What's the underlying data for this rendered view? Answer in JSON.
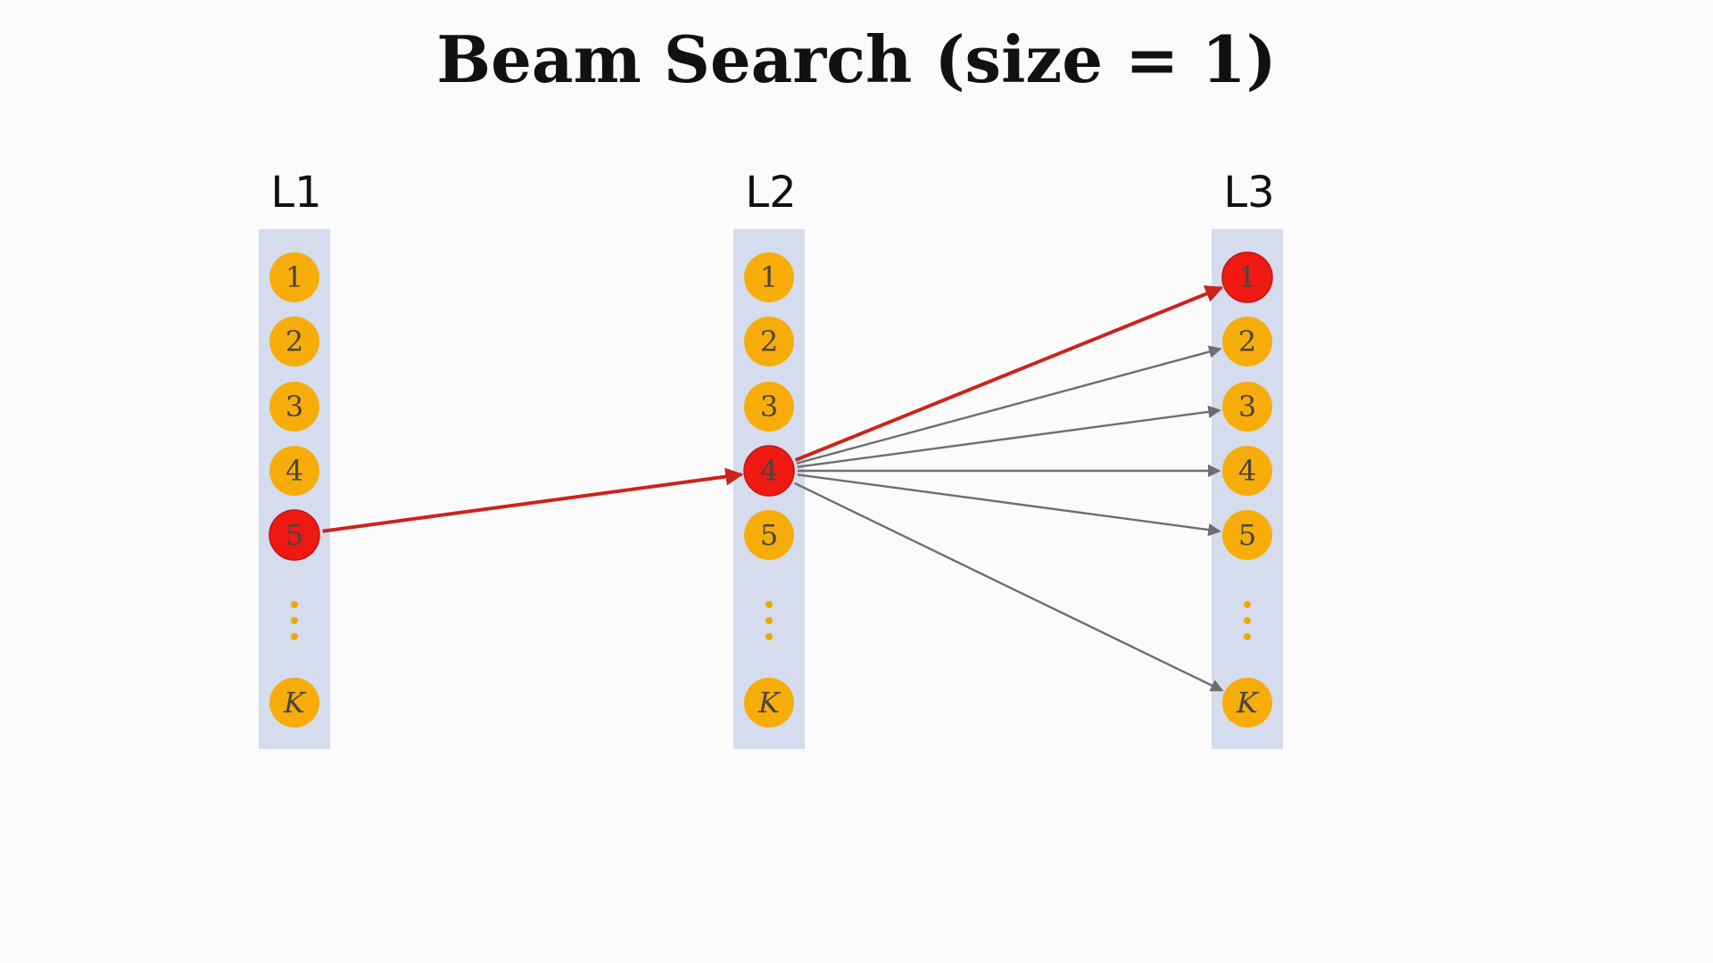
{
  "title": "Beam Search (size = 1)",
  "colors": {
    "background": "#fcfbfc",
    "column_fill": "#d4dced",
    "node_default": "#f7ad09",
    "node_selected": "#ee1a12",
    "dots": "#f0a800",
    "arrow_selected": "#cc231b",
    "arrow_other": "#6e6e6e"
  },
  "columns": [
    {
      "label": "L1",
      "nodes": [
        "1",
        "2",
        "3",
        "4",
        "5",
        "K"
      ],
      "selected": "5"
    },
    {
      "label": "L2",
      "nodes": [
        "1",
        "2",
        "3",
        "4",
        "5",
        "K"
      ],
      "selected": "4"
    },
    {
      "label": "L3",
      "nodes": [
        "1",
        "2",
        "3",
        "4",
        "5",
        "K"
      ],
      "selected": "1"
    }
  ],
  "edges": [
    {
      "from": [
        "L1",
        "5"
      ],
      "to": [
        "L2",
        "4"
      ],
      "selected": true
    },
    {
      "from": [
        "L2",
        "4"
      ],
      "to": [
        "L3",
        "1"
      ],
      "selected": true
    },
    {
      "from": [
        "L2",
        "4"
      ],
      "to": [
        "L3",
        "2"
      ],
      "selected": false
    },
    {
      "from": [
        "L2",
        "4"
      ],
      "to": [
        "L3",
        "3"
      ],
      "selected": false
    },
    {
      "from": [
        "L2",
        "4"
      ],
      "to": [
        "L3",
        "4"
      ],
      "selected": false
    },
    {
      "from": [
        "L2",
        "4"
      ],
      "to": [
        "L3",
        "5"
      ],
      "selected": false
    },
    {
      "from": [
        "L2",
        "4"
      ],
      "to": [
        "L3",
        "K"
      ],
      "selected": false
    }
  ]
}
